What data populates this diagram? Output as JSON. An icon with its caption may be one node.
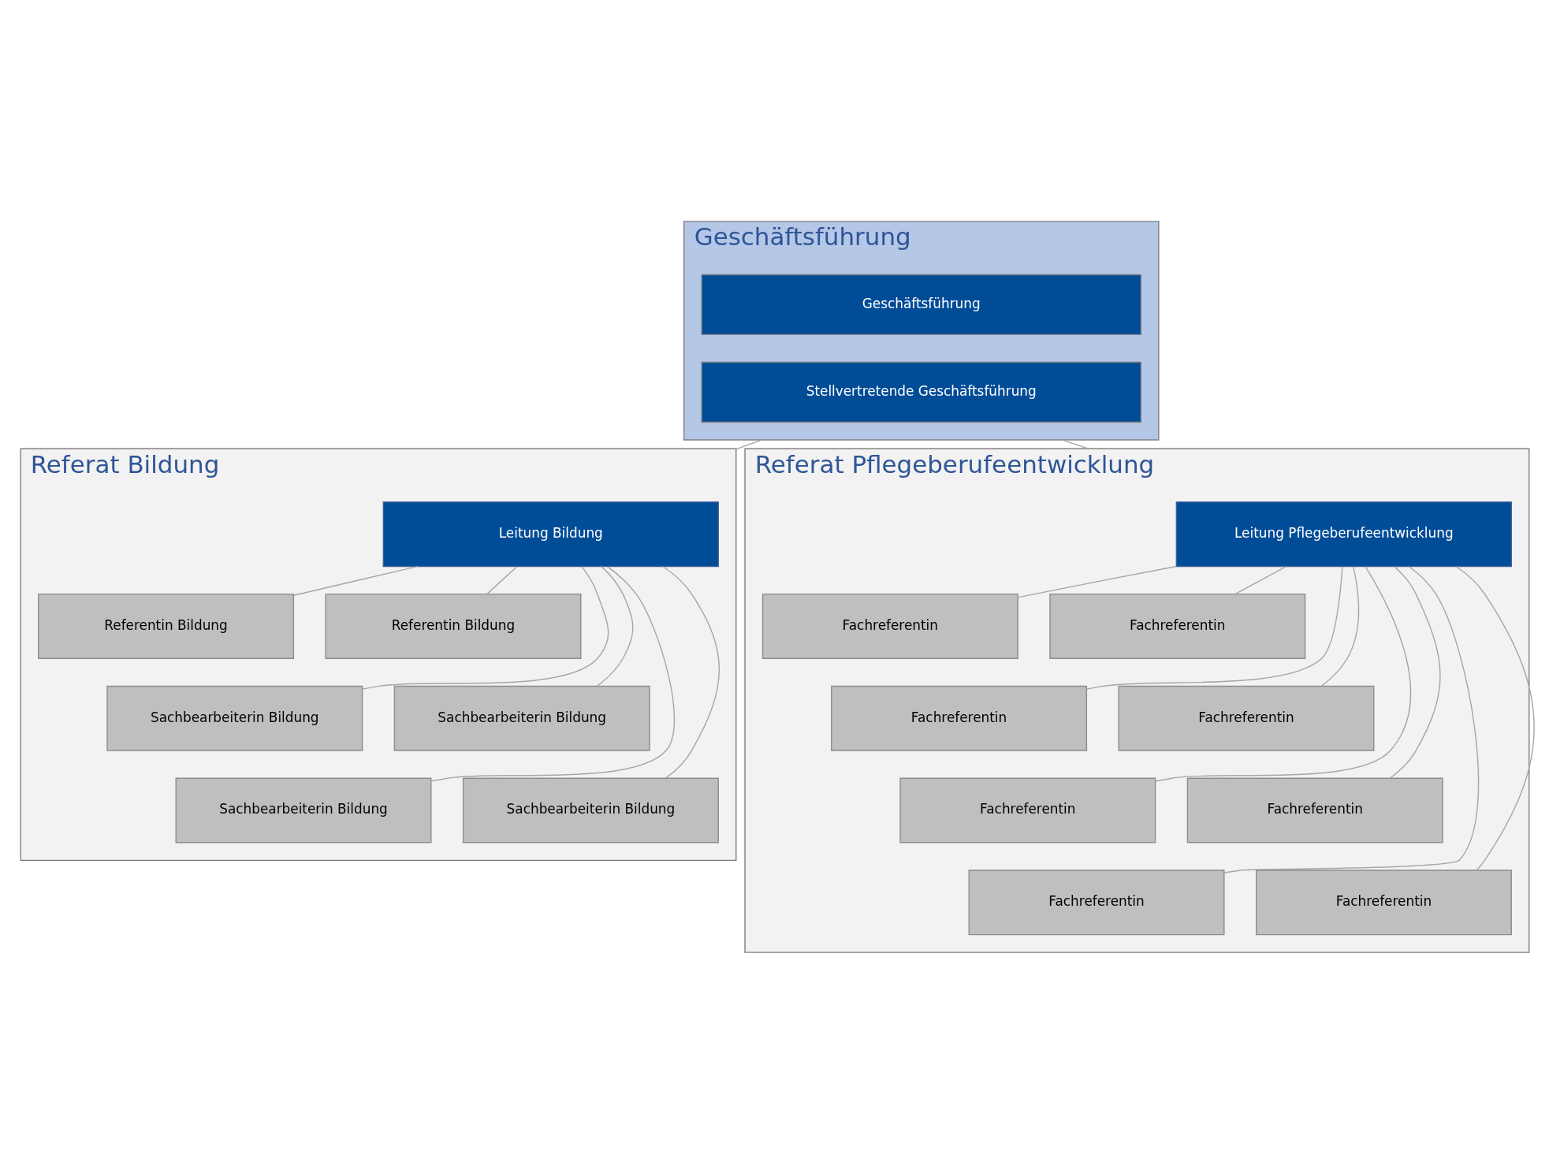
{
  "diagram": {
    "nodes": [
      {
        "text": [
          "Geschäftsführung"
        ]
      },
      {
        "text": [
          "Geschäftsführung"
        ],
        "in": 0
      },
      {
        "text": [
          "Stellvertretende Geschäftsführung"
        ],
        "in": 0
      },
      {
        "text": [
          "Referat Bildung"
        ]
      },
      {
        "text": [
          "Leitung Bildung"
        ],
        "in": 3
      },
      {
        "text": [
          "Referentin Bildung"
        ],
        "in": 3
      },
      {
        "text": [
          "Referentin Bildung"
        ],
        "in": 3
      },
      {
        "text": [
          "Sachbearbeiterin Bildung"
        ],
        "in": 3
      },
      {
        "text": [
          "Sachbearbeiterin Bildung"
        ],
        "in": 3
      },
      {
        "text": [
          "Sachbearbeiterin Bildung"
        ],
        "in": 3
      },
      {
        "text": [
          "Sachbearbeiterin Bildung"
        ],
        "in": 3
      },
      {
        "text": [
          "Referat Pflegeberufeentwicklung"
        ]
      },
      {
        "text": [
          "Leitung Pflegeberufeentwicklung"
        ],
        "in": 11
      },
      {
        "text": [
          "Fachreferentin"
        ],
        "in": 11
      },
      {
        "text": [
          "Fachreferentin"
        ],
        "in": 11
      },
      {
        "text": [
          "Fachreferentin"
        ],
        "in": 11
      },
      {
        "text": [
          "Fachreferentin"
        ],
        "in": 11
      },
      {
        "text": [
          "Fachreferentin"
        ],
        "in": 11
      },
      {
        "text": [
          "Fachreferentin"
        ],
        "in": 11
      },
      {
        "text": [
          "Fachreferentin"
        ],
        "in": 11
      },
      {
        "text": [
          "Fachreferentin"
        ],
        "in": 11
      }
    ],
    "edges": [
      {
        "from": 0,
        "to": 3,
        "arrow": "none"
      },
      {
        "from": 0,
        "to": 11,
        "arrow": "none"
      },
      {
        "from": 4,
        "to": 5,
        "arrow": "none"
      },
      {
        "from": 4,
        "to": 6,
        "arrow": "none"
      },
      {
        "from": 4,
        "to": 7,
        "arrow": "none"
      },
      {
        "from": 4,
        "to": 8,
        "arrow": "none"
      },
      {
        "from": 4,
        "to": 9,
        "arrow": "none"
      },
      {
        "from": 4,
        "to": 10,
        "arrow": "none"
      },
      {
        "from": 12,
        "to": 13,
        "arrow": "none"
      },
      {
        "from": 12,
        "to": 14,
        "arrow": "none"
      },
      {
        "from": 12,
        "to": 15,
        "arrow": "none"
      },
      {
        "from": 12,
        "to": 16,
        "arrow": "none"
      },
      {
        "from": 12,
        "to": 17,
        "arrow": "none"
      },
      {
        "from": 12,
        "to": 18,
        "arrow": "none"
      },
      {
        "from": 12,
        "to": 19,
        "arrow": "none"
      },
      {
        "from": 12,
        "to": 20,
        "arrow": "none"
      }
    ]
  }
}
